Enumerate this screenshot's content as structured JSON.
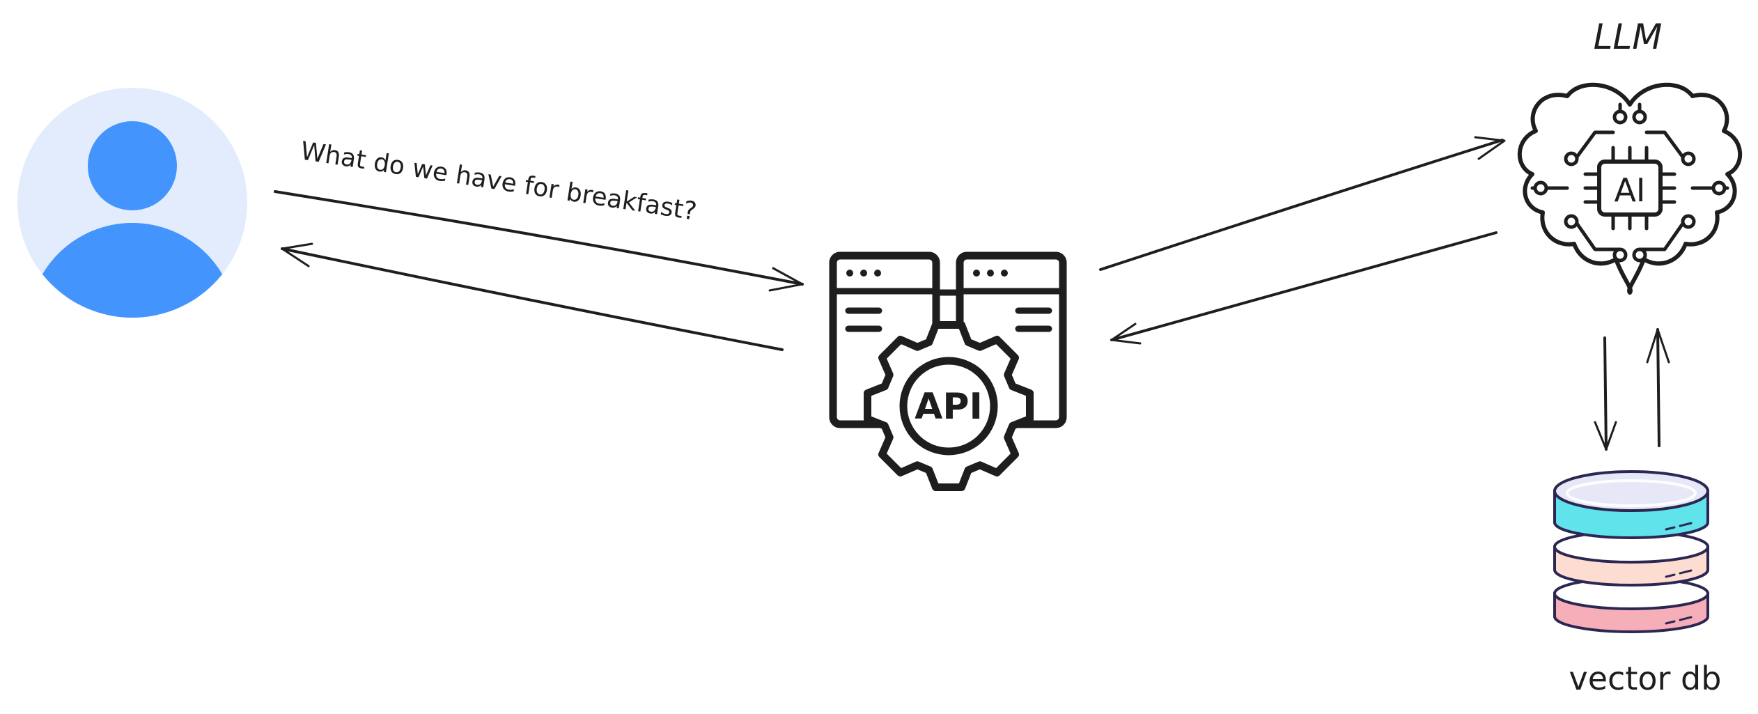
{
  "nodes": {
    "user": {
      "icon": "user-avatar-icon"
    },
    "api": {
      "icon": "api-gear-servers-icon",
      "badge": "API"
    },
    "llm": {
      "label": "LLM",
      "icon": "ai-brain-chip-icon",
      "badge": "AI"
    },
    "vector_db": {
      "label": "vector db",
      "icon": "database-stack-icon"
    }
  },
  "edges": {
    "user_to_api": {
      "label": "What do we have for breakfast?"
    },
    "api_to_user": {
      "label": ""
    },
    "api_to_llm": {
      "label": ""
    },
    "llm_to_api": {
      "label": ""
    },
    "llm_to_db": {
      "label": ""
    },
    "db_to_llm": {
      "label": ""
    }
  },
  "colors": {
    "avatar_background": "#e3ecfd",
    "avatar_figure": "#4394fd",
    "ink": "#1e1e1e",
    "db_outline": "#2b2752",
    "db_top": "#e6e8f8",
    "db_layer_1": "#60e3ea",
    "db_layer_2": "#fddcd1",
    "db_layer_3": "#f6aeb8"
  }
}
